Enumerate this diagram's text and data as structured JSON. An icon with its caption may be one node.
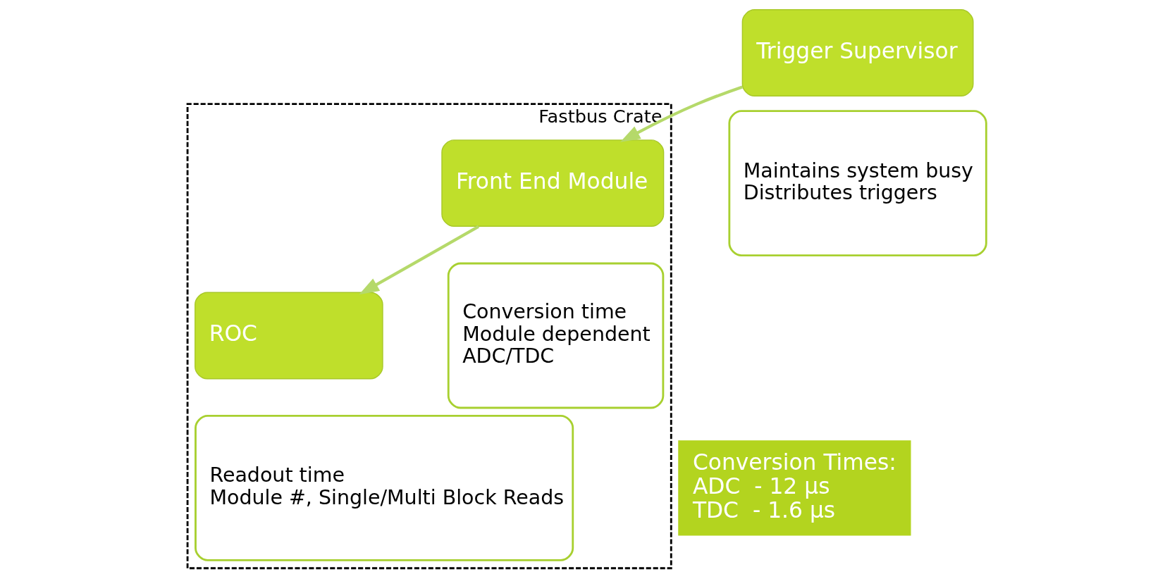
{
  "diagram": {
    "nodes": [
      {
        "text": [
          "Trigger Supervisor"
        ]
      },
      {
        "text": [
          "Maintains system busy",
          "Distributes triggers"
        ]
      },
      {
        "text": [
          "Fastbus Crate"
        ]
      },
      {
        "text": [
          "Front End Module"
        ],
        "in": 2
      },
      {
        "text": [
          "Conversion time",
          "Module dependent",
          "ADC/TDC"
        ],
        "in": 2
      },
      {
        "text": [
          "ROC"
        ],
        "in": 2
      },
      {
        "text": [
          "Readout time",
          "Module #, Single/Multi Block Reads"
        ],
        "in": 2
      },
      {
        "text": [
          "Conversion Times:",
          "ADC  - 12 μs",
          "TDC  - 1.6 μs"
        ]
      }
    ],
    "edges": [
      {
        "from": 0,
        "to": 3,
        "arrow": "to"
      },
      {
        "from": 3,
        "to": 5,
        "arrow": "to"
      }
    ]
  }
}
